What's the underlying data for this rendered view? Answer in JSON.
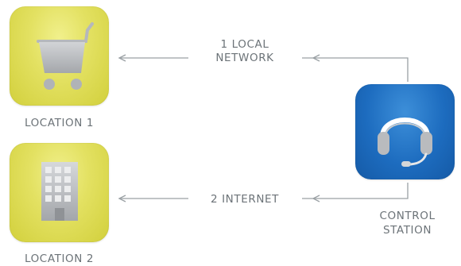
{
  "nodes": {
    "location_1": {
      "label": "LOCATION 1",
      "icon": "shopping-cart-icon"
    },
    "location_2": {
      "label": "LOCATION 2",
      "icon": "office-building-icon"
    },
    "control_station": {
      "label_line1": "CONTROL",
      "label_line2": "STATION",
      "icon": "headset-icon"
    }
  },
  "connections": {
    "local_network": {
      "label_line1": "1 LOCAL",
      "label_line2": "NETWORK"
    },
    "internet": {
      "label": "2 INTERNET"
    }
  },
  "colors": {
    "location_tile": "#e3e162",
    "control_tile": "#1d6cbf",
    "icon_grey": "#b7b9bd",
    "connector": "#9aa0a4",
    "text": "#6c7378"
  }
}
